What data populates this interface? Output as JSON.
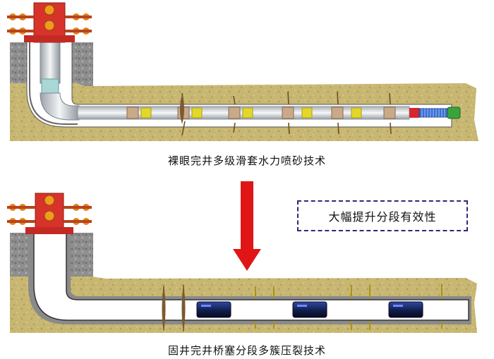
{
  "top_panel": {
    "caption": "裸眼完井多级滑套水力喷砂技术"
  },
  "bottom_panel": {
    "caption": "固井完井桥塞分段多簇压裂技术"
  },
  "callout": {
    "text": "大幅提升分段有效性"
  },
  "colors": {
    "formation": "#c8b772",
    "wellbore": "#ffffff",
    "wellhead": "#d7332b",
    "arrow": "#e01616",
    "sleeve": "#e3d72b",
    "packer_pad": "#c9a98a",
    "bridge_plug": "#1c2c6e",
    "callout_border": "#2a2a78"
  },
  "icons": {
    "wellhead": "christmas-tree-icon",
    "arrow": "down-arrow-icon",
    "plug": "bridge-plug-icon"
  }
}
